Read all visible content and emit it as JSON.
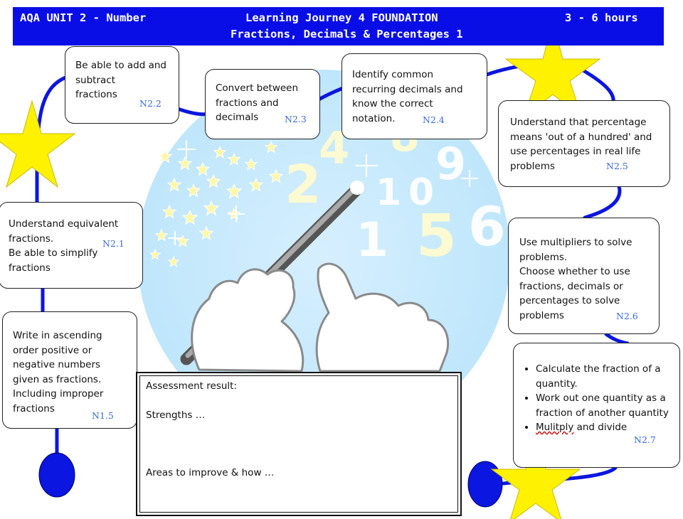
{
  "header": {
    "unit": "AQA UNIT 2 - Number",
    "journey": "Learning Journey 4 FOUNDATION",
    "hours": "3 - 6 hours",
    "subtitle": "Fractions, Decimals & Percentages 1"
  },
  "background": {
    "digits": [
      "2",
      "4",
      "8",
      "9",
      "1",
      "0",
      "5",
      "6",
      "1"
    ]
  },
  "boxes": {
    "add_subtract": {
      "text": "Be able to add and\nsubtract\nfractions",
      "code": "N2.2"
    },
    "convert": {
      "text": "Convert between\nfractions and\ndecimals",
      "code": "N2.3"
    },
    "recurring": {
      "text": "Identify common\nrecurring decimals and\nknow the correct\nnotation.",
      "code": "N2.4"
    },
    "percentage": {
      "text": "Understand that percentage\nmeans 'out of a hundred' and\nuse percentages in real life\nproblems",
      "code": "N2.5"
    },
    "equivalent": {
      "text": "Understand equivalent\nfractions.\nBe able to simplify\nfractions",
      "code": "N2.1"
    },
    "multipliers": {
      "text": "Use multipliers to solve\nproblems.\nChoose whether to use\nfractions, decimals or\npercentages to solve\nproblems",
      "code": "N2.6"
    },
    "ascending": {
      "text": "Write in ascending\norder positive or\nnegative numbers\ngiven as fractions.\nIncluding improper\nfractions",
      "code": "N1.5"
    },
    "quantity": {
      "items": [
        "Calculate the fraction of a quantity.",
        "Work out one quantity as a fraction of another quantity"
      ],
      "last_word": "Mulitply",
      "last_rest": " and divide",
      "code": "N2.7"
    }
  },
  "assessment": {
    "result": "Assessment result:",
    "strengths": "Strengths …",
    "improve": "Areas to improve & how …"
  },
  "colors": {
    "header_bg": "#0a0ee6",
    "path": "#0b16e0",
    "star": "#fff200",
    "code": "#3a6ad6"
  }
}
